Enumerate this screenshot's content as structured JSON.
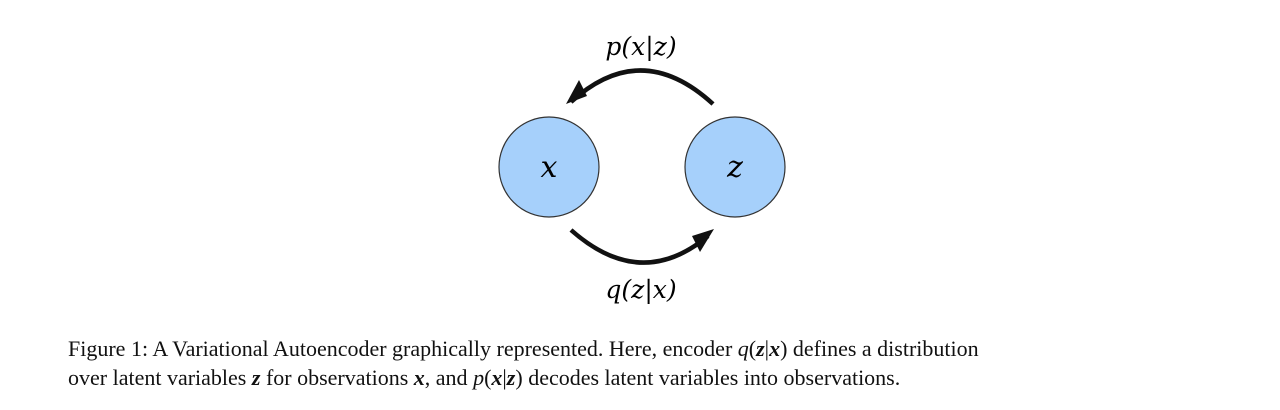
{
  "diagram": {
    "nodes": [
      {
        "id": "x",
        "label": "x",
        "fill": "#a6d0fb",
        "stroke": "#333333"
      },
      {
        "id": "z",
        "label": "z",
        "fill": "#a6d0fb",
        "stroke": "#333333"
      }
    ],
    "edges": [
      {
        "from": "z",
        "to": "x",
        "label": "p(x|z)",
        "role": "decoder"
      },
      {
        "from": "x",
        "to": "z",
        "label": "q(z|x)",
        "role": "encoder"
      }
    ]
  },
  "caption": {
    "figure_label": "Figure 1:",
    "line1_a": "A Variational Autoencoder graphically represented. Here, encoder ",
    "enc_fn": "q",
    "enc_open": "(",
    "enc_z": "z",
    "enc_bar": "|",
    "enc_x": "x",
    "enc_close": ")",
    "line1_b": " defines a distribution",
    "line2_a": "over latent variables ",
    "latent": "z",
    "line2_b": " for observations ",
    "obs": "x",
    "line2_c": ", and ",
    "dec_fn": "p",
    "dec_open": "(",
    "dec_x": "x",
    "dec_bar": "|",
    "dec_z": "z",
    "dec_close": ")",
    "line2_d": " decodes latent variables into observations."
  }
}
